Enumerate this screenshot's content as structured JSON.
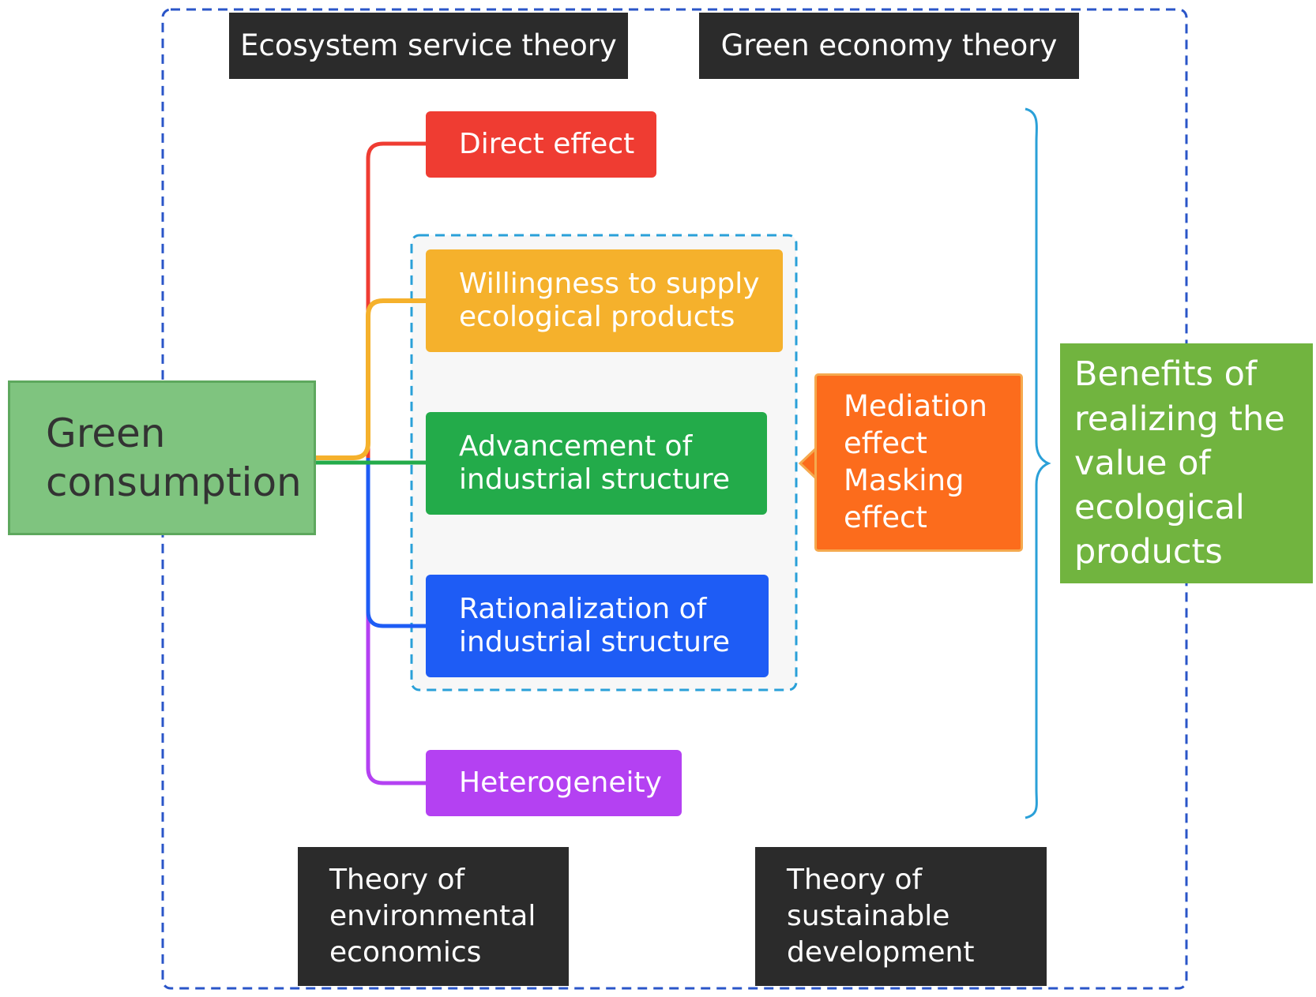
{
  "theories": {
    "top_left": "Ecosystem service theory",
    "top_right": "Green economy theory",
    "bottom_left": "Theory of\nenvironmental\neconomics",
    "bottom_right": "Theory of\nsustainable\ndevelopment"
  },
  "source": "Green\nconsumption",
  "effects": {
    "direct": "Direct effect",
    "willingness": "Willingness to supply\necological products",
    "advancement": "Advancement of\nindustrial structure",
    "rationalization": "Rationalization of\nindustrial structure",
    "heterogeneity": "Heterogeneity"
  },
  "mediation": "Mediation\neffect\nMasking\neffect",
  "outcome": "Benefits of\nrealizing the\nvalue of\necological\nproducts",
  "colors": {
    "direct": "#ef3c32",
    "willingness": "#f5b12c",
    "advancement": "#23ab4a",
    "rationalization": "#1e5cf5",
    "heterogeneity": "#b441f2",
    "mediation": "#fc6c1c",
    "outcome": "#71b43f",
    "source": "#7fc47f",
    "theory_box": "#2b2b2b",
    "outer_border": "#2a55c8",
    "mediator_group_border": "#2aa0d8"
  }
}
